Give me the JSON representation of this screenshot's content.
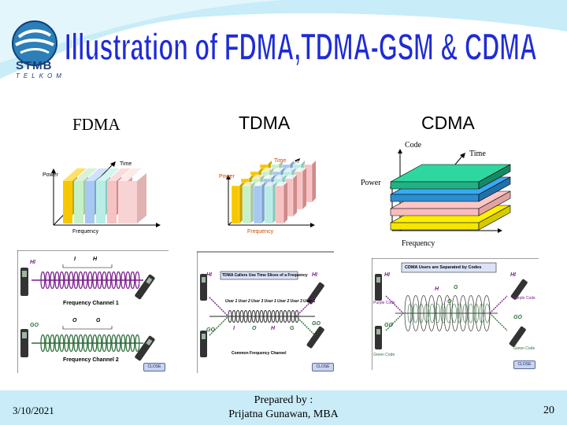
{
  "header": {
    "title": "Illustration of FDMA,TDMA-GSM & CDMA",
    "logo_name": "STMB",
    "logo_sub": "TELKOM"
  },
  "labels": {
    "fdma": "FDMA",
    "tdma": "TDMA",
    "cdma": "CDMA"
  },
  "fdma_diagram": {
    "power": "Power",
    "time": "Time",
    "frequency": "Frequency"
  },
  "tdma_diagram": {
    "power": "Power",
    "time": "Time",
    "frequency": "Frequency"
  },
  "cdma_diagram": {
    "code": "Code",
    "time": "Time",
    "power": "Power",
    "frequency": "Frequency"
  },
  "fdma_panel": {
    "hi": "HI",
    "i": "I",
    "h": "H",
    "ch1": "Frequency Channel 1",
    "go": "GO",
    "o": "O",
    "g": "G",
    "ch2": "Frequency Channel 2",
    "close": "CLOSE"
  },
  "tdma_panel": {
    "header": "TDMA Callers Use Time Slices of a Frequency",
    "hi_left": "HI",
    "hi_right": "HI",
    "go_left": "GO",
    "go_right": "GO",
    "users": [
      "User 1",
      "User 2",
      "User 3",
      "User 1",
      "User 2",
      "User 3",
      "User 1"
    ],
    "letters": [
      "I",
      "O",
      "H",
      "G"
    ],
    "channel": "Common Frequency Channel",
    "close": "CLOSE"
  },
  "cdma_panel": {
    "header": "CDMA Users are Separated by Codes",
    "hi_left": "HI",
    "hi_right": "HI",
    "purple_left": "Purple Code",
    "purple_right": "Purple Code",
    "go_left": "GO",
    "go_right": "GO",
    "green_left": "Green Code",
    "green_right": "Green Code",
    "h": "H",
    "g": "G",
    "o": "O",
    "close": "CLOSE"
  },
  "footer": {
    "date": "3/10/2021",
    "prepared": "Prepared by :",
    "author": "Prijatna Gunawan, MBA",
    "page": "20"
  },
  "colors": {
    "band": "#bfe8f5",
    "title_fill": "#1f2bd6",
    "purple": "#7a1f8c",
    "green": "#2e6e3a"
  }
}
